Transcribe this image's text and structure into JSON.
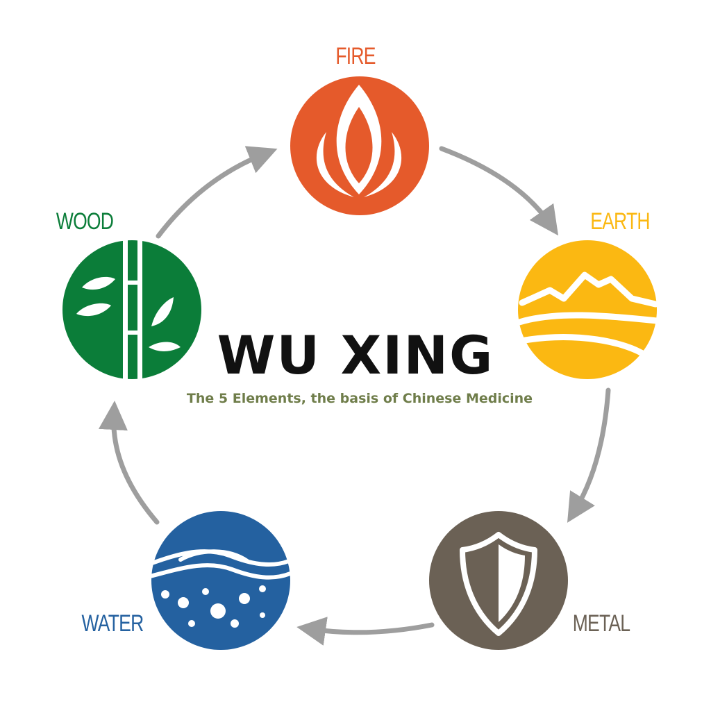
{
  "diagram": {
    "title": "WU XING",
    "subtitle": "The 5 Elements, the basis of Chinese Medicine",
    "title_color": "#111111",
    "subtitle_color": "#6f7d4a",
    "arrow_color": "#9e9e9e"
  },
  "elements": {
    "fire": {
      "label": "FIRE",
      "color": "#e55a2b",
      "icon": "flame-icon"
    },
    "earth": {
      "label": "EARTH",
      "color": "#fbb812",
      "icon": "mountain-icon"
    },
    "metal": {
      "label": "METAL",
      "color": "#6b6155",
      "icon": "shield-icon"
    },
    "water": {
      "label": "WATER",
      "color": "#2461a0",
      "icon": "wave-icon"
    },
    "wood": {
      "label": "WOOD",
      "color": "#0b7d39",
      "icon": "bamboo-icon"
    }
  },
  "cycle": [
    "wood",
    "fire",
    "earth",
    "metal",
    "water"
  ]
}
